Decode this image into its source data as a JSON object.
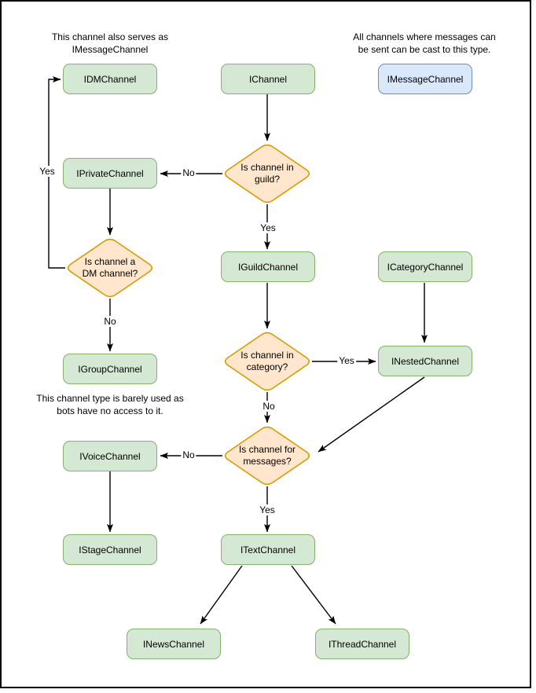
{
  "nodes": {
    "idm": "IDMChannel",
    "channel": "IChannel",
    "message": "IMessageChannel",
    "private": "IPrivateChannel",
    "guild": "IGuildChannel",
    "category": "ICategoryChannel",
    "group": "IGroupChannel",
    "nested": "INestedChannel",
    "voice": "IVoiceChannel",
    "stage": "IStageChannel",
    "text": "ITextChannel",
    "news": "INewsChannel",
    "thread": "IThreadChannel"
  },
  "decisions": {
    "guild": [
      "Is channel in",
      "guild?"
    ],
    "dm": [
      "Is channel a",
      "DM channel?"
    ],
    "category": [
      "Is channel in",
      "category?"
    ],
    "messages": [
      "Is channel for",
      "messages?"
    ]
  },
  "edge_labels": {
    "channel_in_guild_no": "No",
    "channel_in_guild_yes": "Yes",
    "dm_channel_yes": "Yes",
    "dm_channel_no": "No",
    "in_category_yes": "Yes",
    "in_category_no": "No",
    "for_messages_no": "No",
    "for_messages_yes": "Yes"
  },
  "notes": {
    "dm_note": [
      "This channel also serves as",
      "IMessageChannel"
    ],
    "message_note": [
      "All channels where messages can",
      "be sent can be cast to this type."
    ],
    "group_note": [
      "This channel type is barely used as",
      "bots have no access to it."
    ]
  },
  "colors": {
    "node_fill": "#d5e8d4",
    "node_stroke": "#82b366",
    "decision_fill": "#ffe6cc",
    "decision_stroke": "#d79b00",
    "message_fill": "#dae8fc",
    "message_stroke": "#6c8ebf",
    "connector": "#000000",
    "text": "#000000"
  }
}
